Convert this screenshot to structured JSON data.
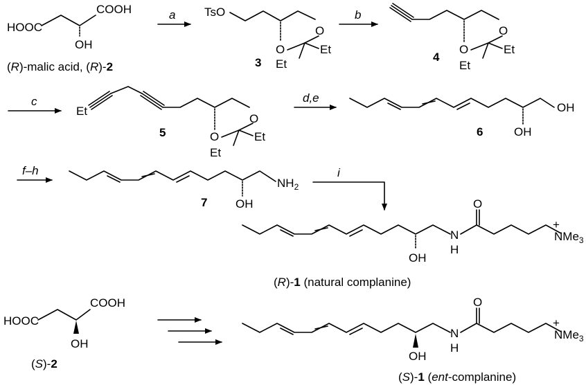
{
  "atoms": {
    "hooc": "HOOC",
    "cooh": "COOH",
    "oh": "OH",
    "tso": "TsO",
    "o": "O",
    "et": "Et",
    "nh2_n": "NH",
    "nh2_sub": "2",
    "n": "N",
    "h": "H",
    "nme3": "NMe",
    "nme3_sub": "3",
    "plus": "+"
  },
  "reagents": {
    "a": "a",
    "b": "b",
    "c": "c",
    "de": "d,e",
    "fh": "f–h",
    "i": "i"
  },
  "compounds": {
    "c2_prefix": "(",
    "c2_r": "R",
    "c2_mid": ")-malic acid, (",
    "c2_r2": "R",
    "c2_close": ")-",
    "c2_num": "2",
    "c3": "3",
    "c4": "4",
    "c5": "5",
    "c6": "6",
    "c7": "7",
    "c1r_open": "(",
    "c1r_r": "R",
    "c1r_close": ")-",
    "c1r_num": "1",
    "c1r_tail": " (natural complanine)",
    "s2_open": "(",
    "s2_s": "S",
    "s2_close": ")-",
    "s2_num": "2",
    "s1_open": "(",
    "s1_s": "S",
    "s1_close": ")-",
    "s1_num": "1",
    "s1_paren": " (",
    "s1_ent": "ent",
    "s1_tail": "-complanine)"
  }
}
